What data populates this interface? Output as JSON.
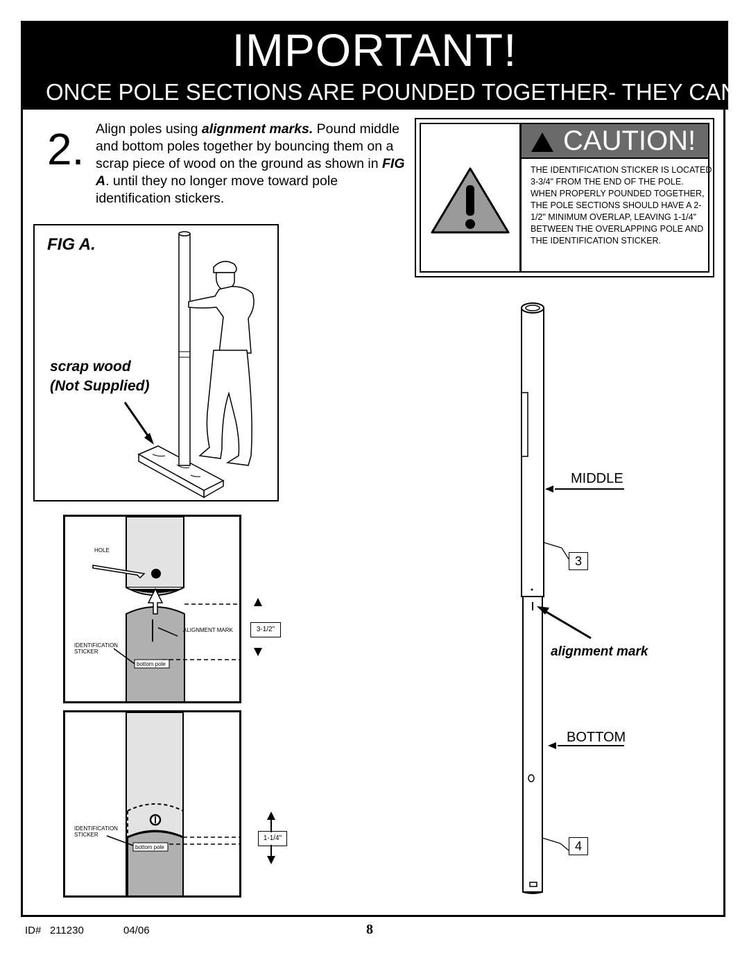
{
  "banner": {
    "title": "IMPORTANT!",
    "subtitle": "ONCE POLE SECTIONS ARE POUNDED TOGETHER- THEY CANN"
  },
  "step": {
    "number": "2.",
    "text_a": "Align poles using ",
    "text_bold": "alignment marks.",
    "text_b": " Pound middle and bottom poles together by bouncing them on a scrap piece of wood on the ground as shown in ",
    "text_bold2": "FIG A",
    "text_c": ". until they no longer move toward pole identification stickers."
  },
  "fig_a": {
    "label": "FIG A.",
    "scrap_line1": "scrap wood",
    "scrap_line2": "(Not Supplied)"
  },
  "caution": {
    "heading": "CAUTION!",
    "text": "THE IDENTIFICATION STICKER IS LOCATED 3-3/4\" FROM THE END OF THE POLE. WHEN PROPERLY POUNDED TOGETHER, THE POLE SECTIONS SHOULD HAVE A 2-1/2\" MINIMUM OVERLAP, LEAVING 1-1/4\" BETWEEN THE OVERLAPPING POLE AND THE IDENTIFICATION STICKER."
  },
  "detail1": {
    "hole": "HOLE",
    "alignment_mark": "ALIGNMENT MARK",
    "id_sticker_1": "IDENTIFICATION",
    "id_sticker_2": "STICKER",
    "bottom_pole": "bottom pole",
    "dimension": "3-1/2\""
  },
  "detail2": {
    "id_sticker_1": "IDENTIFICATION",
    "id_sticker_2": "STICKER",
    "bottom_pole": "bottom pole",
    "dimension": "1-1/4\""
  },
  "pole": {
    "middle": "MIDDLE",
    "bottom": "BOTTOM",
    "num_middle": "3",
    "num_bottom": "4",
    "alignment_mark": "alignment mark"
  },
  "footer": {
    "id": "ID#   211230",
    "date": "04/06",
    "page": "8"
  }
}
